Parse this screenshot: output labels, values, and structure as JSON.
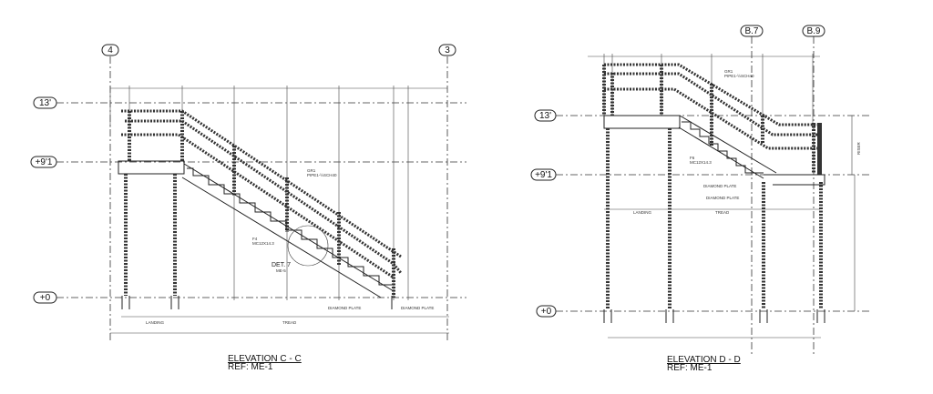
{
  "elevation_c": {
    "title": "ELEVATION C - C",
    "ref": "REF: ME-1",
    "grid_left": "4",
    "grid_right": "3",
    "levels": [
      "13'",
      "+9'1",
      "+0"
    ],
    "labels": {
      "rail": "GR1",
      "rail_spec": "PIPE1-½SCH40",
      "stringer": "F4",
      "stringer_spec": "MC12X14.3",
      "detail": "DET. 7",
      "detail_ref": "ME-5",
      "plate": "DIAMOND PLATE",
      "plate2": "DIAMOND PLATE",
      "landing": "LANDING",
      "tread": "TREAD"
    }
  },
  "elevation_d": {
    "title": "ELEVATION D - D",
    "ref": "REF: ME-1",
    "grid_left": "B.7",
    "grid_right": "B.9",
    "levels": [
      "13'",
      "+9'1",
      "+0"
    ],
    "labels": {
      "rail": "GR1",
      "rail_spec": "PIPE1-½SCH40",
      "stringer": "F6",
      "stringer_spec": "MC12X14.3",
      "plate": "DIAMOND PLATE",
      "plate2": "DIAMOND PLATE",
      "landing": "LANDING",
      "tread": "TREAD",
      "riser": "RISER"
    }
  }
}
